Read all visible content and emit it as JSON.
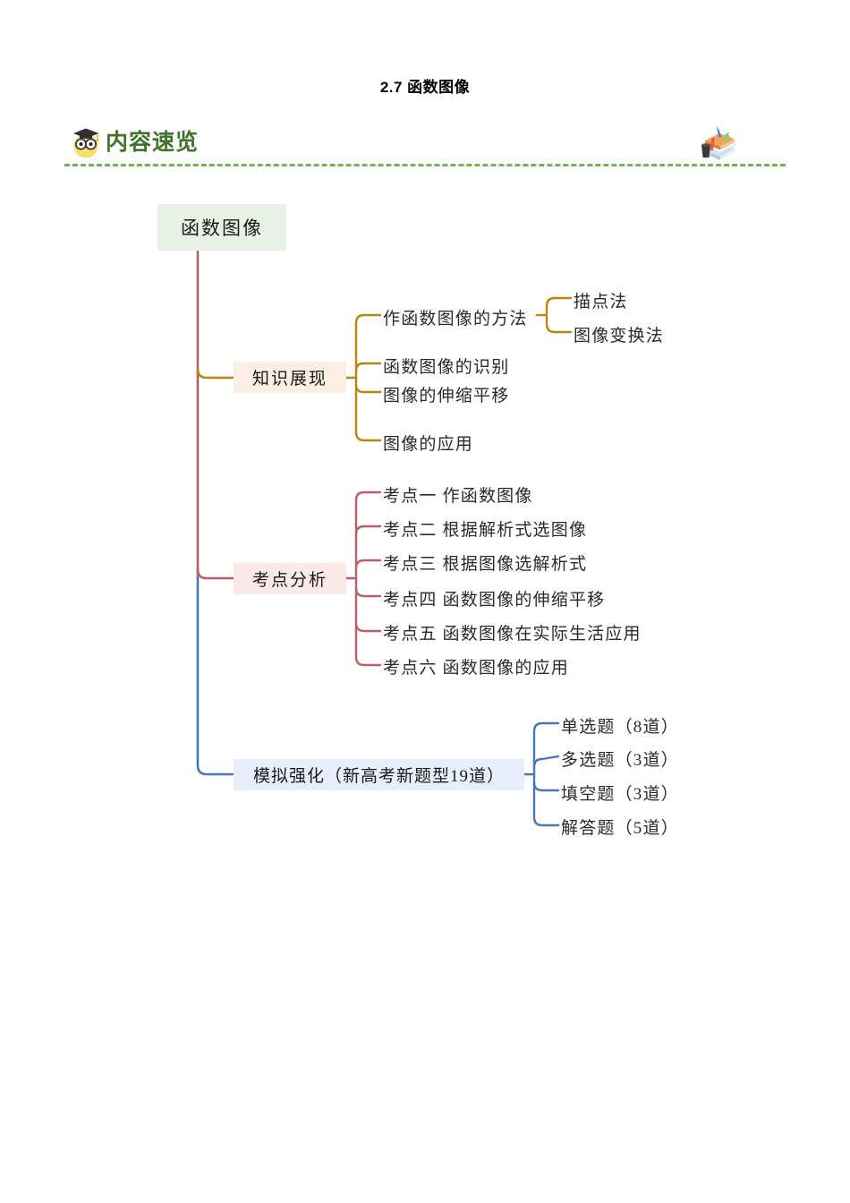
{
  "document": {
    "title": "2.7 函数图像"
  },
  "header": {
    "label": "内容速览",
    "owl_icon": "graduate-owl-icon",
    "books_icon": "stacked-books-icon",
    "accent_color": "#41722e",
    "rule_color": "#79af59"
  },
  "mindmap": {
    "root": {
      "label": "函数图像",
      "bg": "#e9f1e6"
    },
    "branches": [
      {
        "id": "knowledge",
        "label": "知识展现",
        "bg": "#fbeee2",
        "line_color": "#b8860b",
        "children": [
          {
            "label": "作函数图像的方法",
            "children": [
              {
                "label": "描点法"
              },
              {
                "label": "图像变换法"
              }
            ]
          },
          {
            "label": "函数图像的识别"
          },
          {
            "label": "图像的伸缩平移"
          },
          {
            "label": "图像的应用"
          }
        ]
      },
      {
        "id": "exam-points",
        "label": "考点分析",
        "bg": "#fbe9e9",
        "line_color": "#b5616a",
        "children": [
          {
            "label": "考点一  作函数图像"
          },
          {
            "label": "考点二   根据解析式选图像"
          },
          {
            "label": "考点三  根据图像选解析式"
          },
          {
            "label": "考点四  函数图像的伸缩平移"
          },
          {
            "label": "考点五  函数图像在实际生活应用"
          },
          {
            "label": "考点六  函数图像的应用"
          }
        ]
      },
      {
        "id": "practice",
        "label": "模拟强化（新高考新题型19道）",
        "bg": "#e9effa",
        "line_color": "#4a78b0",
        "children": [
          {
            "label": "单选题（8道）"
          },
          {
            "label": "多选题（3道）"
          },
          {
            "label": "填空题（3道）"
          },
          {
            "label": "解答题（5道）"
          }
        ]
      }
    ],
    "trunk_color": "#b5616a"
  }
}
